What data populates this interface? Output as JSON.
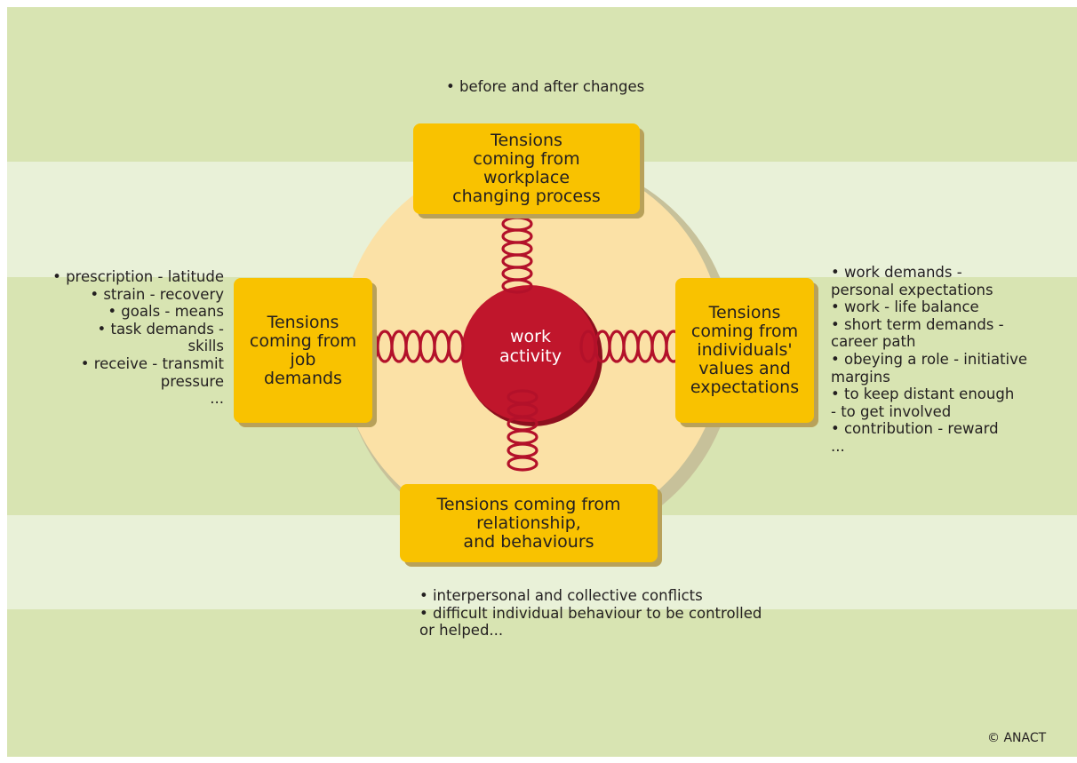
{
  "colors": {
    "band_dark": "#d8e4b2",
    "band_light": "#e9f1d8",
    "circle_fill": "#fbe1a6",
    "box_fill": "#f9c200",
    "center_fill": "#c0162c",
    "spring": "#b3112a"
  },
  "boxes": {
    "top": "Tensions\ncoming from\nworkplace\nchanging process",
    "left": "Tensions\ncoming from\njob\ndemands",
    "right": "Tensions\ncoming from\nindividuals'\nvalues and\nexpectations",
    "bottom": "Tensions coming from\nrelationship,\nand behaviours"
  },
  "center": "work\nactivity",
  "notes": {
    "top": [
      "• before and after changes"
    ],
    "left": [
      "• prescription - latitude",
      "• strain - recovery",
      "• goals - means",
      "• task demands -",
      "skills",
      "• receive - transmit",
      "pressure",
      "..."
    ],
    "right": [
      "• work demands -",
      "personal expectations",
      "• work - life balance",
      "• short term demands -",
      "career path",
      "• obeying a role - initiative",
      "margins",
      "• to keep distant enough",
      "- to get involved",
      "• contribution - reward",
      "..."
    ],
    "bottom": [
      "• interpersonal and collective conflicts",
      "• difficult individual behaviour to be controlled",
      "or helped..."
    ]
  },
  "copyright": "© ANACT"
}
